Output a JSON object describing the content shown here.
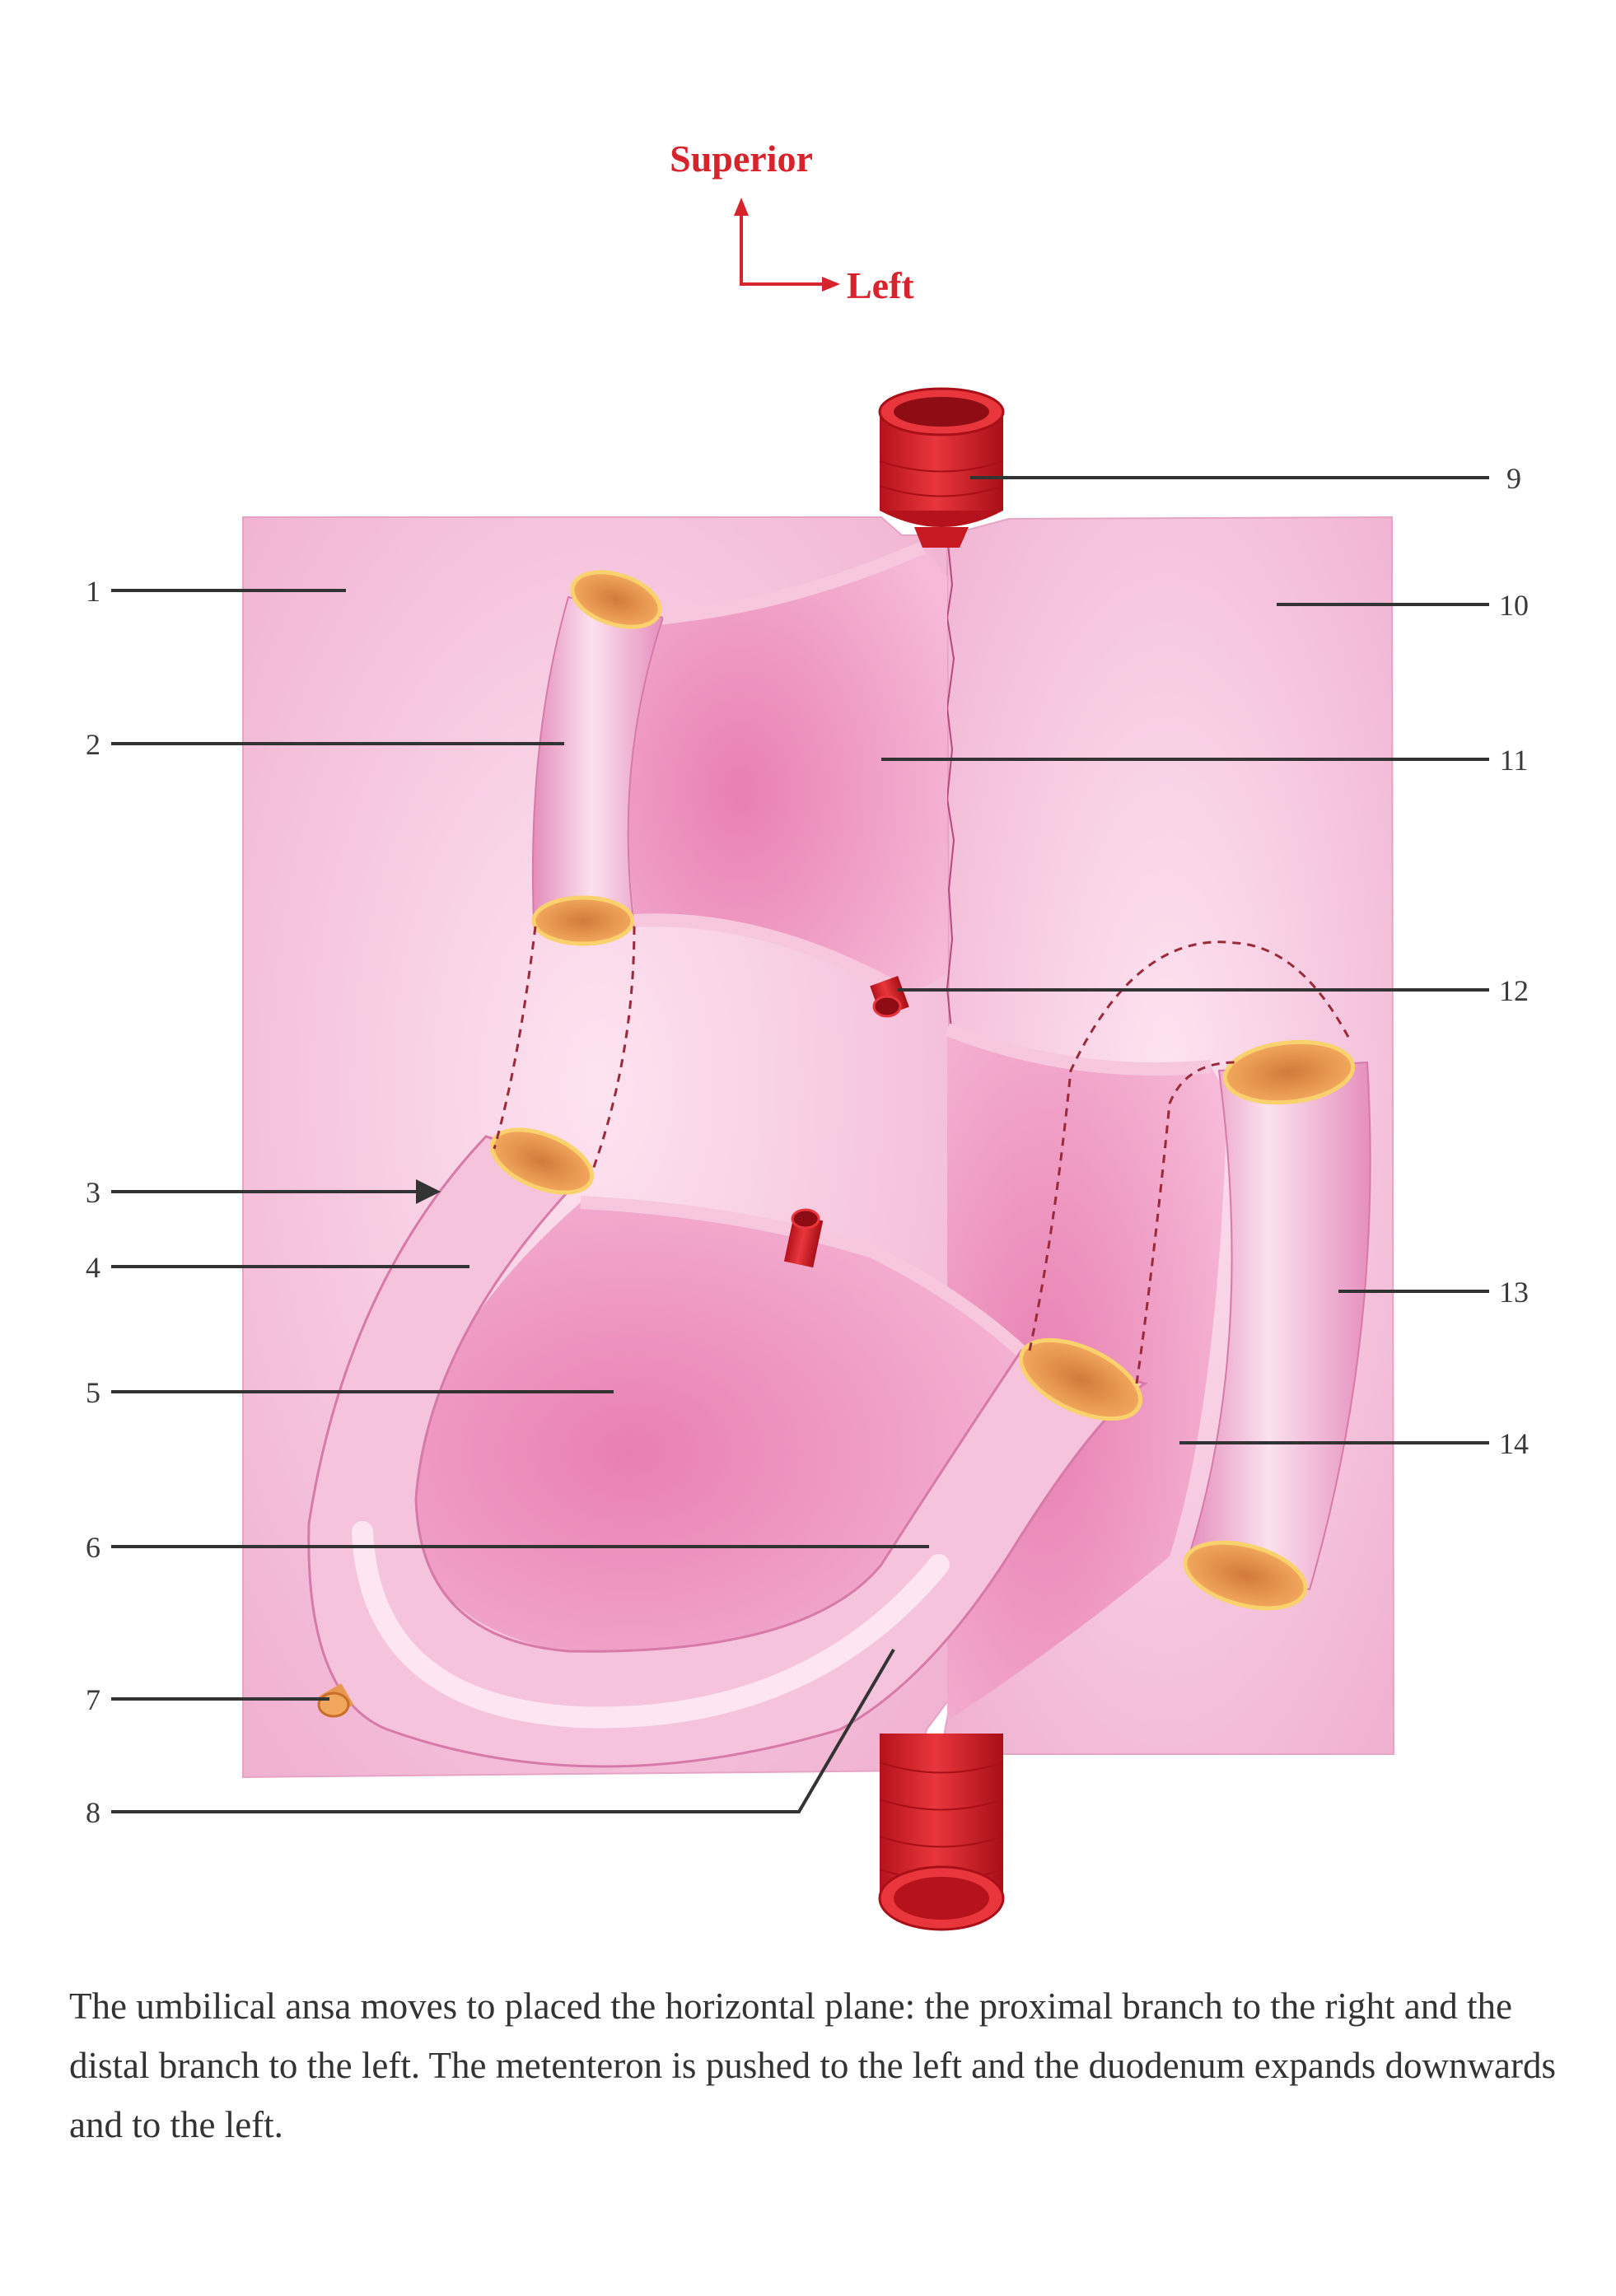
{
  "orientation": {
    "superior": "Superior",
    "left": "Left"
  },
  "labels": [
    "1",
    "2",
    "3",
    "4",
    "5",
    "6",
    "7",
    "8",
    "9",
    "10",
    "11",
    "12",
    "13",
    "14"
  ],
  "caption": "The umbilical ansa moves to placed the horizontal plane: the proximal branch to the right and the distal branch to the left. The metenteron is pushed to the left and the duodenum expands downwards and to the left.",
  "colors": {
    "mesentery": "#f3bfd9",
    "gut": "#f0a9cc",
    "gut_dark": "#d65a95",
    "lumen": "#e79a4f",
    "vessel": "#d7232b",
    "orientation_text": "#d7232b"
  }
}
